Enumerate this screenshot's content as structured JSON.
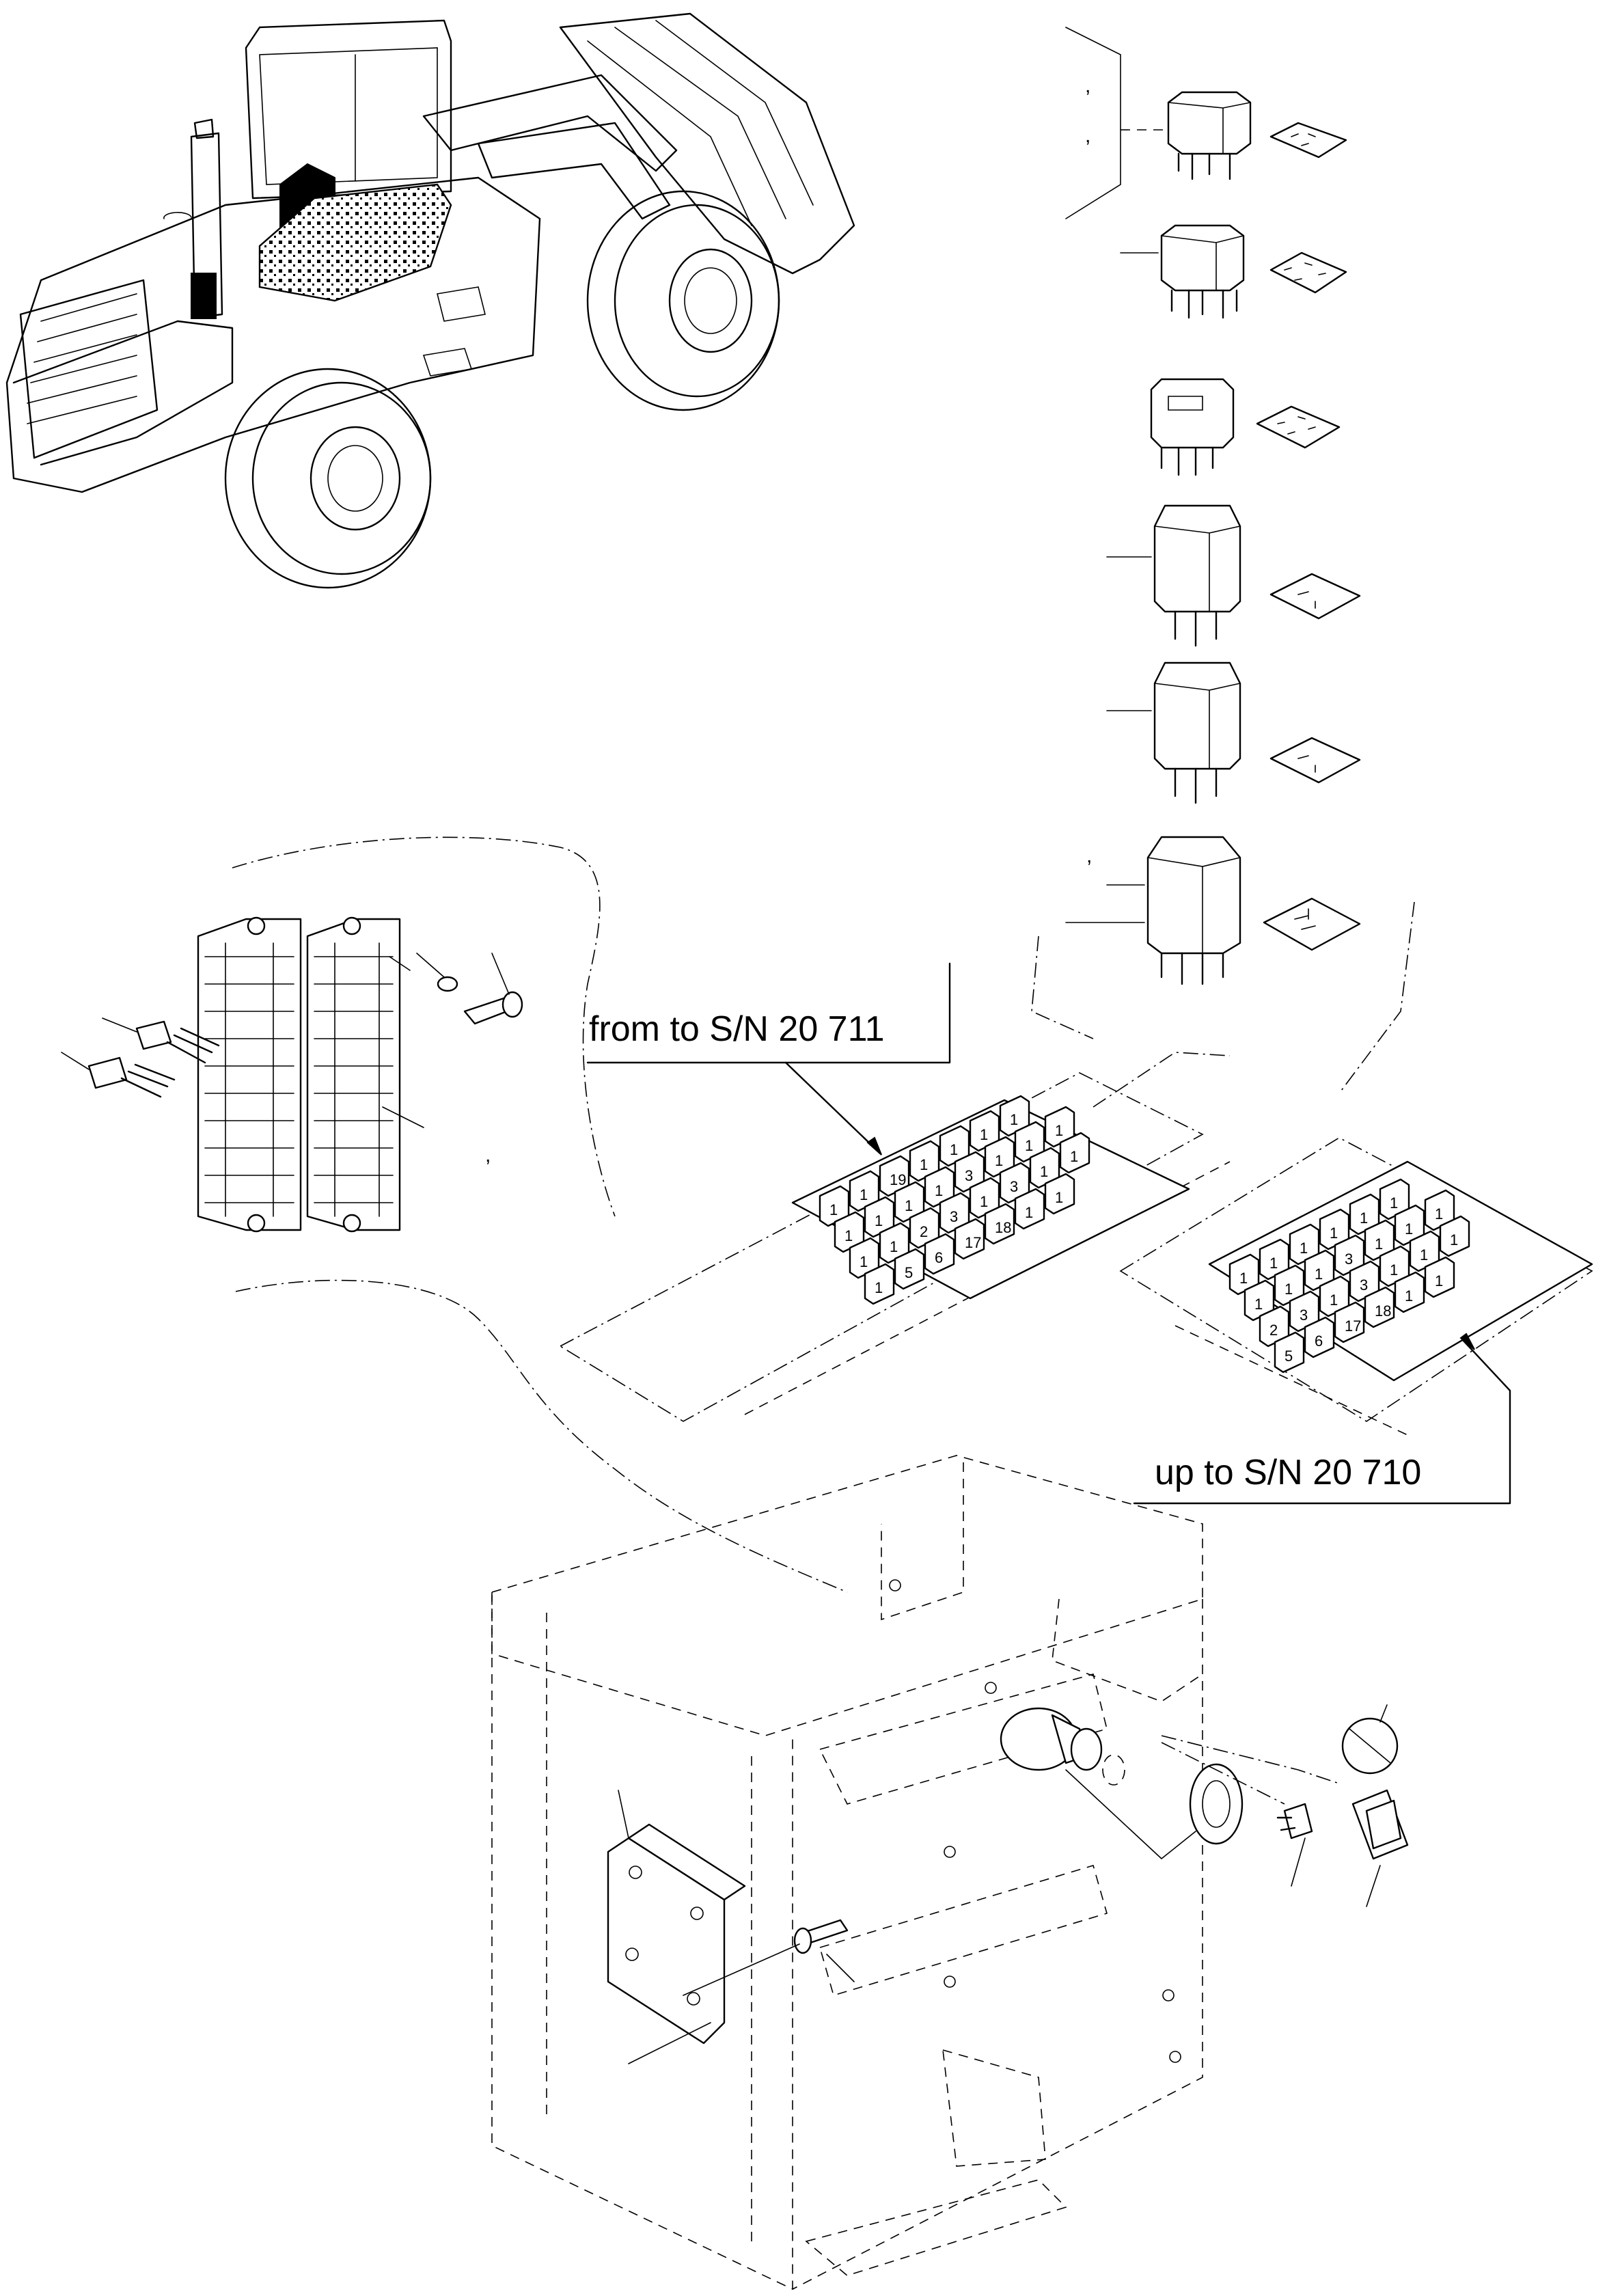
{
  "callouts": {
    "from_sn": "from to S/N  20 711",
    "up_to_sn": "up to S/N  20 710"
  },
  "marks": {
    "tick_1": ",",
    "tick_2": ",",
    "tick_3": ",",
    "tick_4": ","
  },
  "relay_box_upper": {
    "labels": [
      "1",
      "1",
      "19",
      "1",
      "1",
      "1",
      "1",
      "1",
      "1",
      "1",
      "1",
      "3",
      "1",
      "1",
      "1",
      "1",
      "1",
      "2",
      "3",
      "1",
      "3",
      "1",
      "1",
      "1",
      "5",
      "6",
      "17",
      "18",
      "1",
      "1"
    ]
  },
  "relay_box_lower": {
    "labels": [
      "1",
      "1",
      "1",
      "1",
      "1",
      "1",
      "1",
      "1",
      "1",
      "3",
      "1",
      "1",
      "1",
      "2",
      "3",
      "1",
      "3",
      "1",
      "1",
      "1",
      "5",
      "6",
      "17",
      "18",
      "1",
      "1"
    ]
  }
}
